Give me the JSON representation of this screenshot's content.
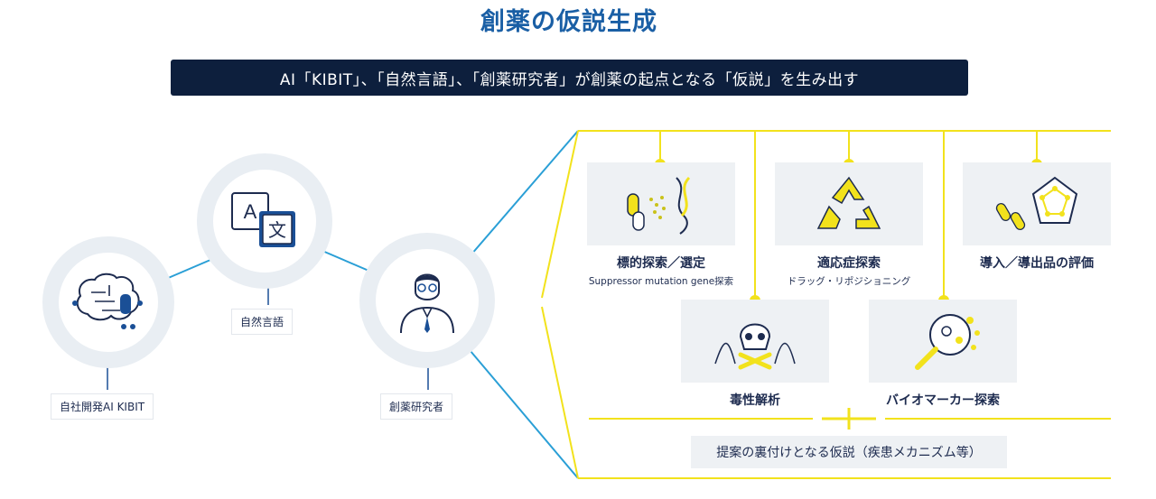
{
  "title": "創薬の仮説生成",
  "banner": "AI「KIBIT」、「自然言語」、「創薬研究者」が創薬の起点となる「仮説」を生み出す",
  "nodes": {
    "kibit": "自社開発AI KIBIT",
    "language": "自然言語",
    "researcher": "創薬研究者"
  },
  "icon_text": {
    "translate_a": "A",
    "translate_kanji": "文"
  },
  "cards": {
    "target": {
      "label": "標的探索／選定",
      "sub": "Suppressor mutation gene探索"
    },
    "indication": {
      "label": "適応症探索",
      "sub": "ドラッグ・リポジショニング"
    },
    "licensing": {
      "label": "導入／導出品の評価"
    },
    "toxicity": {
      "label": "毒性解析"
    },
    "biomarker": {
      "label": "バイオマーカー探索"
    }
  },
  "bottom": "提案の裏付けとなる仮説（疾患メカニズム等）",
  "colors": {
    "title": "#1a5fa5",
    "banner_bg": "#0d1f3d",
    "connector_blue": "#2a9fd6",
    "accent_yellow": "#f2e21c",
    "node_dot": "#1a4f96",
    "card_bg": "#eef1f4"
  }
}
